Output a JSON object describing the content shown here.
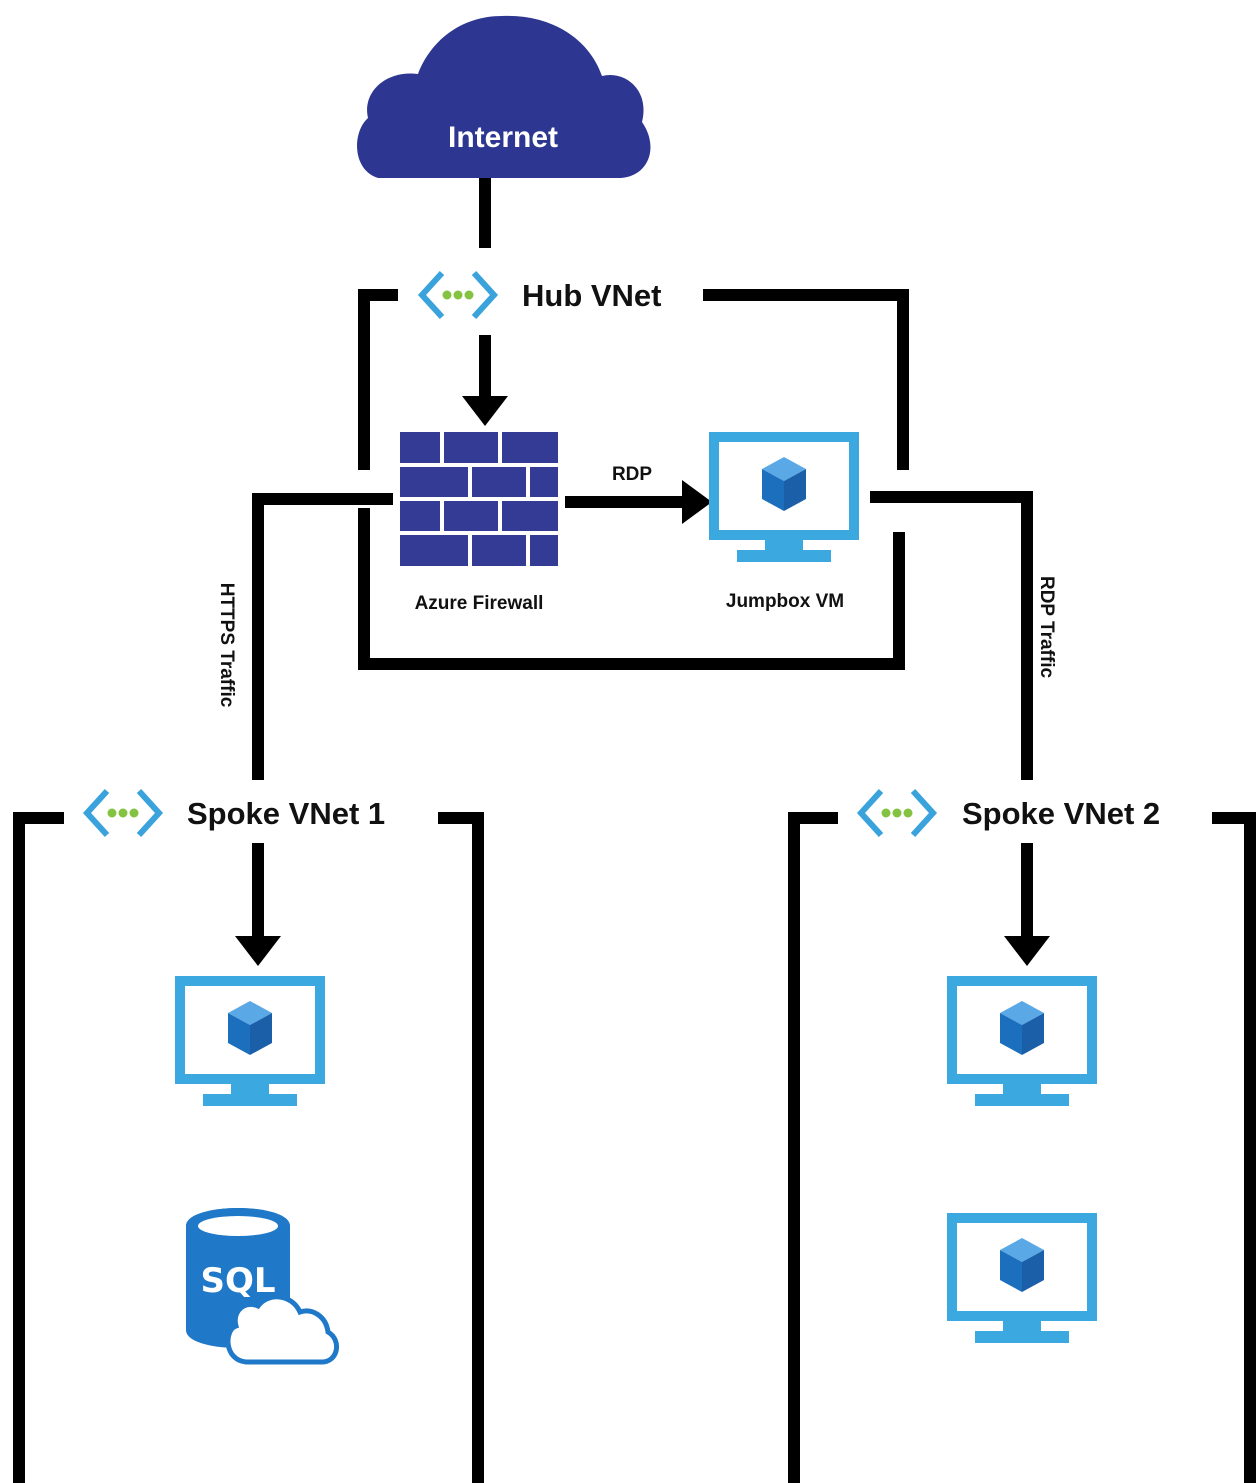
{
  "internet": {
    "label": "Internet"
  },
  "hub": {
    "label": "Hub VNet",
    "firewall_label": "Azure Firewall",
    "jumpbox_label": "Jumpbox VM",
    "rdp_label": "RDP"
  },
  "links": {
    "https_traffic": "HTTPS Traffic",
    "rdp_traffic": "RDP Traffic"
  },
  "spoke1": {
    "label": "Spoke VNet 1",
    "sql_label": "SQL"
  },
  "spoke2": {
    "label": "Spoke VNet 2"
  },
  "colors": {
    "cloud": "#2d3690",
    "firewall": "#343b94",
    "monitor": "#3ba9e0",
    "cube": "#1c6fbd",
    "vnet_bracket": "#3aa3dc",
    "vnet_dots": "#84c341",
    "sql": "#1f78c8",
    "line": "#000000"
  },
  "icons": {
    "cloud": "internet-cloud-icon",
    "vnet": "vnet-icon",
    "firewall": "firewall-icon",
    "vm": "virtual-machine-icon",
    "sql": "sql-database-icon"
  }
}
